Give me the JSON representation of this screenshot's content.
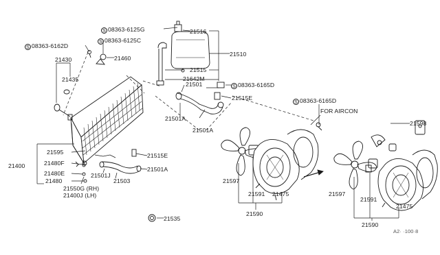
{
  "labels": {
    "p08363_6125g": "08363-6125G",
    "p08363_6125c": "08363-6125C",
    "p08363_6162d": "08363-6162D",
    "p08363_6165d_a": "08363-6165D",
    "p08363_6165d_b": "08363-6165D",
    "screw_symbol": "S",
    "p21516": "21516",
    "p21510": "21510",
    "p21460": "21460",
    "p21430": "21430",
    "p21435": "21435",
    "p21515": "21515",
    "p21642m": "21642M",
    "p21501_top": "21501",
    "p21515e_top": "21515E",
    "p21501a_1": "21501A",
    "p21501a_2": "21501A",
    "for_aircon": "FOR AIRCON",
    "p21598": "21598",
    "p21595": "21595",
    "p21480f": "21480F",
    "p21400": "21400",
    "p21480e": "21480E",
    "p21480": "21480",
    "p21515e_bot": "21515E",
    "p21501a_bot": "21501A",
    "p21501j": "21501J",
    "p21503": "21503",
    "p21550g": "21550G (RH)",
    "p21400j": "21400J (LH)",
    "p21597_l": "21597",
    "p21591_l": "21591",
    "p21475_l": "21475",
    "p21590_l": "21590",
    "p21597_r": "21597",
    "p21591_r": "21591",
    "p21475_r": "21475",
    "p21590_r": "21590",
    "p21535": "21535",
    "diagram_code": "A2· ·100·8"
  }
}
